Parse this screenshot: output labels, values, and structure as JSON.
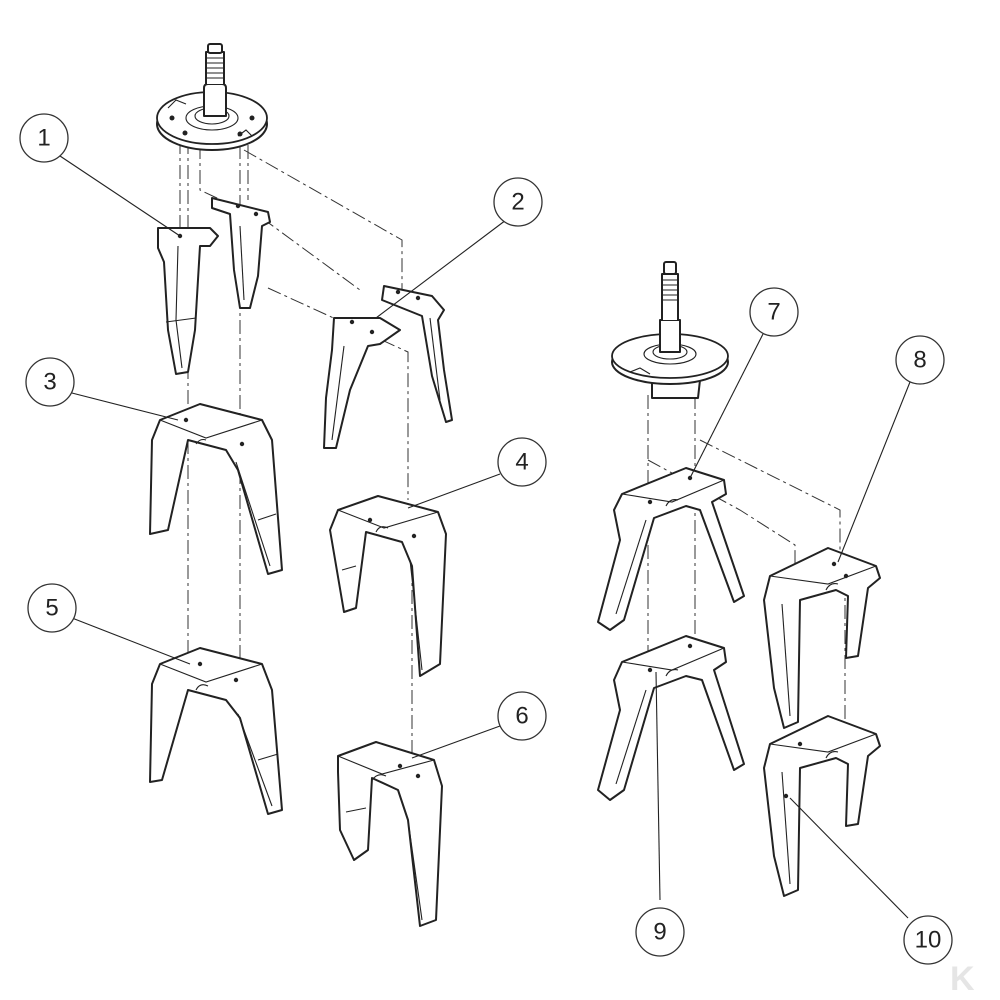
{
  "callouts": [
    {
      "id": "1",
      "label": "1"
    },
    {
      "id": "2",
      "label": "2"
    },
    {
      "id": "3",
      "label": "3"
    },
    {
      "id": "4",
      "label": "4"
    },
    {
      "id": "5",
      "label": "5"
    },
    {
      "id": "6",
      "label": "6"
    },
    {
      "id": "7",
      "label": "7"
    },
    {
      "id": "8",
      "label": "8"
    },
    {
      "id": "9",
      "label": "9"
    },
    {
      "id": "10",
      "label": "10"
    }
  ],
  "logo": {
    "text": "K",
    "color": "#e5e5e5"
  },
  "colors": {
    "line": "#222222",
    "background": "#ffffff",
    "phantom": "#333333"
  }
}
